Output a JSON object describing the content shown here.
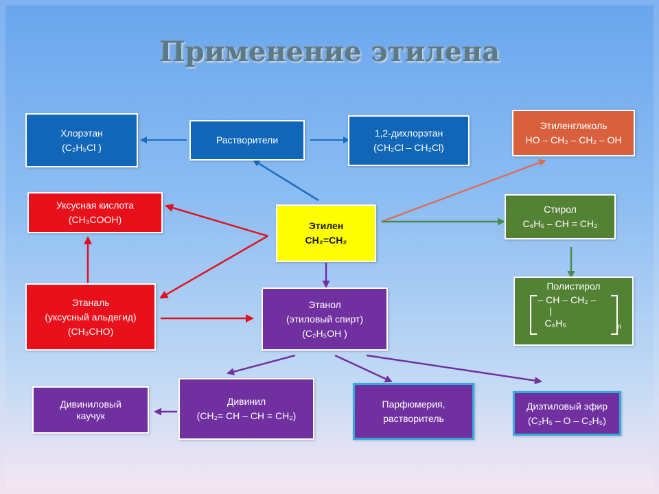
{
  "title": "Применение этилена",
  "boxes": {
    "ethylene": {
      "name": "Этилен",
      "formula": "CH₂=CH₂"
    },
    "chloroethane": {
      "name": "Хлорэтан",
      "formula": "(C₂H₅Cl )"
    },
    "solvents": {
      "name": "Растворители"
    },
    "dichloroethane": {
      "name": "1,2-дихлорэтан",
      "formula": "(CH₂Cl – CH₂Cl)"
    },
    "ethylene_glycol": {
      "name": "Этиленгликоль",
      "formula": "HO – CH₂ – CH₂ – OH"
    },
    "acetic_acid": {
      "name": "Уксусная кислота",
      "formula": "(CH₃COOH)"
    },
    "styrene": {
      "name": "Стирол",
      "formula": "C₆H₅ – CH = CH₂"
    },
    "polystyrene": {
      "name": "Полистирол",
      "row1": "– CH – CH₂ –",
      "row2": "|",
      "row3": "C₆H₅",
      "subscript": "n"
    },
    "ethanal": {
      "name": "Этаналь",
      "alt": "(уксусный альдегид)",
      "formula": "(CH₃CHO)"
    },
    "ethanol": {
      "name": "Этанол",
      "alt": "(этиловый спирт)",
      "formula": "(C₂H₅OH )"
    },
    "divinyl_rubber": {
      "line1": "Дивиниловый",
      "line2": "каучук"
    },
    "divinyl": {
      "name": "Дивинил",
      "formula": "(CH₂= CH – CH = CH₂)"
    },
    "perfumery": {
      "line1": "Парфюмерия,",
      "line2": "растворитель"
    },
    "diethyl_ether": {
      "name": "Диэтиловый эфир",
      "formula": "(C₂H₅ – O – C₂H₅)"
    }
  },
  "colors": {
    "blue": "#1266b8",
    "red": "#e8101a",
    "yellow": "#ffff00",
    "purple": "#7030a0",
    "orange": "#d8603c",
    "green": "#548235",
    "arrow_blue": "#1a6cc0",
    "arrow_red": "#e01020",
    "arrow_purple": "#7030a0",
    "arrow_orange": "#d8705c",
    "arrow_green": "#4a8a4a"
  }
}
